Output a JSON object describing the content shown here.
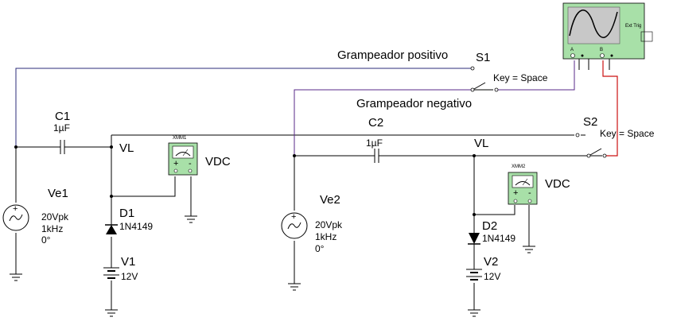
{
  "circuit": {
    "c1": {
      "name": "C1",
      "value": "1µF"
    },
    "c2": {
      "name": "C2",
      "value": "1µF"
    },
    "vl1": "VL",
    "vl2": "VL",
    "xmm1": {
      "name": "XMM1",
      "mode": "VDC",
      "plus": "+",
      "minus": "-"
    },
    "xmm2": {
      "name": "XMM2",
      "mode": "VDC",
      "plus": "+",
      "minus": "-"
    },
    "ve1": {
      "name": "Ve1",
      "amplitude": "20Vpk",
      "frequency": "1kHz",
      "phase": "0°"
    },
    "ve2": {
      "name": "Ve2",
      "amplitude": "20Vpk",
      "frequency": "1kHz",
      "phase": "0°"
    },
    "d1": {
      "name": "D1",
      "model": "1N4149"
    },
    "d2": {
      "name": "D2",
      "model": "1N4149"
    },
    "v1": {
      "name": "V1",
      "value": "12V"
    },
    "v2": {
      "name": "V2",
      "value": "12V"
    },
    "s1": {
      "name": "S1",
      "key": "Key = Space"
    },
    "s2": {
      "name": "S2",
      "key": "Key = Space"
    },
    "label_positive": "Grampeador positivo",
    "label_negative": "Grampeador negativo",
    "scope": {
      "channel_a": "A",
      "channel_b": "B",
      "ext_trig": "Ext Trig"
    }
  },
  "colors": {
    "wire": "#000000",
    "wire_s1": "#2b2b7a",
    "wire_s2": "#5a2a8a",
    "wire_probe_b": "#cc1111",
    "scope_body": "#a8e0a8",
    "scope_screen": "#c8c8c8",
    "meter_body": "#a8e0a8"
  }
}
